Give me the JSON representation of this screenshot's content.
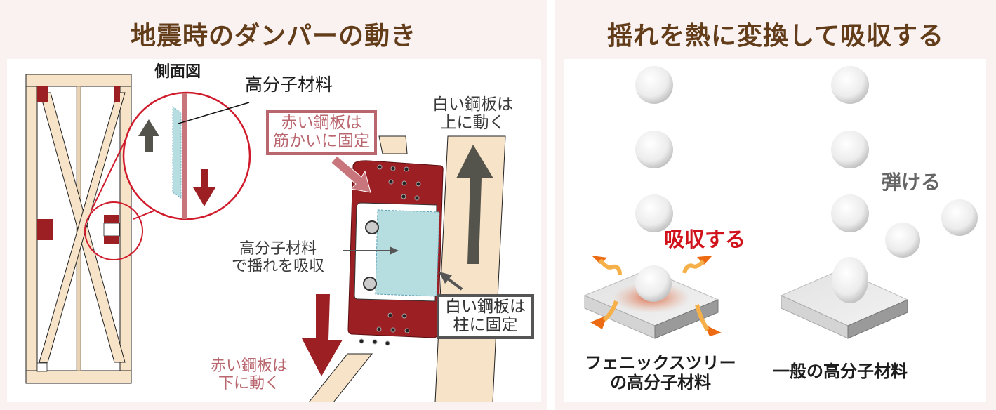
{
  "left_panel": {
    "title": "地震時のダンパーの動き",
    "labels": {
      "side_view": "側面図",
      "polymer_material": "高分子材料",
      "red_plate_fixed_line1": "赤い鋼板は",
      "red_plate_fixed_line2": "筋かいに固定",
      "white_plate_up_line1": "白い鋼板は",
      "white_plate_up_line2": "上に動く",
      "polymer_absorb_line1": "高分子材料",
      "polymer_absorb_line2": "で揺れを吸収",
      "white_plate_fixed_line1": "白い鋼板は",
      "white_plate_fixed_line2": "柱に固定",
      "red_plate_down_line1": "赤い鋼板は",
      "red_plate_down_line2": "下に動く"
    }
  },
  "right_panel": {
    "title": "揺れを熱に変換して吸収する",
    "labels": {
      "absorb": "吸収する",
      "bounce": "弾ける",
      "phoenix_line1": "フェニックスツリー",
      "phoenix_line2": "の高分子材料",
      "general_material": "一般の高分子材料"
    }
  },
  "colors": {
    "title_brown": "#633d1a",
    "panel_bg": "#f9f2f1",
    "wood": "#f7e3c8",
    "steel_red": "#9c1f24",
    "accent_red": "#d0121b",
    "label_red": "#b9666e",
    "arrow_gray": "#55544c",
    "polymer_blue": "#b6dde0",
    "circle_red": "#cf1b2b"
  }
}
